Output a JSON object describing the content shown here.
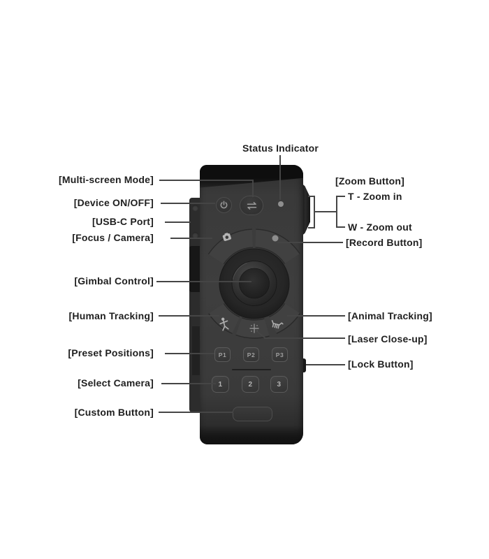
{
  "page": {
    "background": "#ffffff"
  },
  "labels": {
    "status_indicator": "Status Indicator",
    "left": [
      "[Multi-screen Mode]",
      "[Device ON/OFF]",
      "[USB-C Port]",
      "[Focus / Camera]",
      "[Gimbal Control]",
      "[Human Tracking]",
      "[Preset Positions]",
      "[Select Camera]",
      "[Custom Button]"
    ],
    "right": {
      "zoom_button": "[Zoom Button]",
      "zoom_tele": "T - Zoom in",
      "zoom_wide": "W - Zoom out",
      "record_button": "[Record Button]",
      "animal_tracking": "[Animal Tracking]",
      "laser_closeup": "[Laser Close-up]",
      "lock_button": "[Lock Button]"
    }
  },
  "remote": {
    "preset_buttons": [
      "P1",
      "P2",
      "P3"
    ],
    "camera_buttons": [
      "1",
      "2",
      "3"
    ],
    "icons": {
      "power": "power-icon",
      "multi_screen": "swap-arrows-icon",
      "focus_camera": "camera-icon",
      "record": "record-dot-icon",
      "human_tracking": "person-icon",
      "laser_closeup": "crosshair-icon",
      "animal_tracking": "dog-icon",
      "status": "status-indicator-dot"
    }
  },
  "colors": {
    "background": "#ffffff",
    "body": "#3b3b3b",
    "cap": "#141414",
    "label_text": "#1f1f1f",
    "connector_line": "#454545",
    "button_outline": "#565656",
    "glyph": "#b3b3b3",
    "status_dot": "#8f8f8f"
  }
}
